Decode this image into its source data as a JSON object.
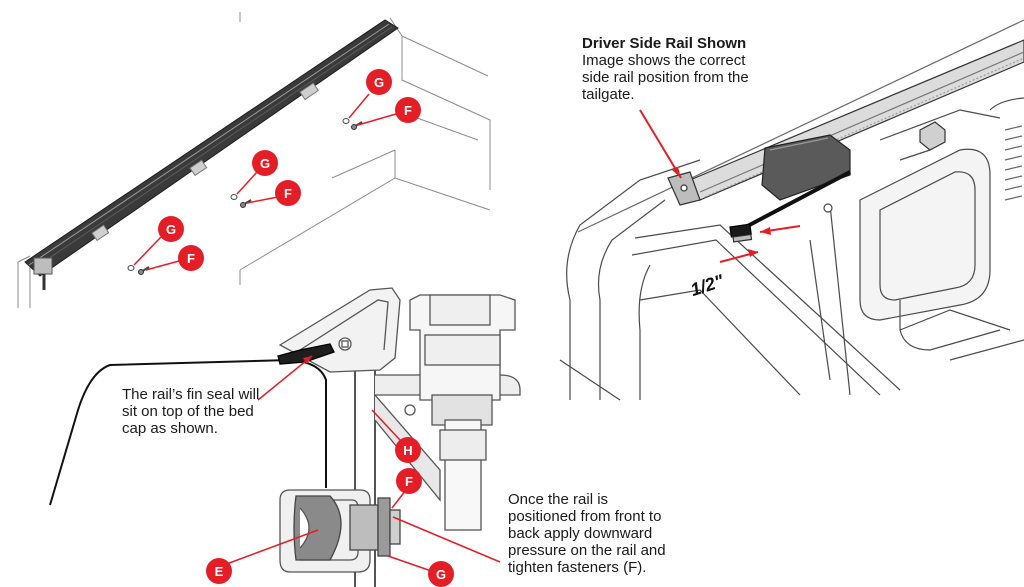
{
  "callouts": {
    "top_left": [
      {
        "letter": "G"
      },
      {
        "letter": "F"
      },
      {
        "letter": "G"
      },
      {
        "letter": "F"
      },
      {
        "letter": "G"
      },
      {
        "letter": "F"
      }
    ],
    "bottom": [
      {
        "letter": "H"
      },
      {
        "letter": "F"
      },
      {
        "letter": "E"
      },
      {
        "letter": "G"
      }
    ]
  },
  "driver_side": {
    "title": "Driver Side Rail Shown",
    "line1": "Image shows the correct",
    "line2": "side rail position from the",
    "line3": "tailgate.",
    "measure": "1/2\""
  },
  "fin_seal_note": {
    "line1": "The rail’s fin seal will",
    "line2": "sit on top of the bed",
    "line3": "cap as shown."
  },
  "fasten_note": {
    "line1": "Once the rail is",
    "line2": "positioned from front to",
    "line3": "back apply downward",
    "line4": "pressure on the rail and",
    "line5": "tighten fasteners (F)."
  },
  "colors": {
    "callout_red": "#e41e26",
    "arrow_red": "#e41e26",
    "line_gray": "#8c8c8c",
    "rail_dark": "#2b2b2b",
    "part_gray": "#a6a6a6"
  }
}
